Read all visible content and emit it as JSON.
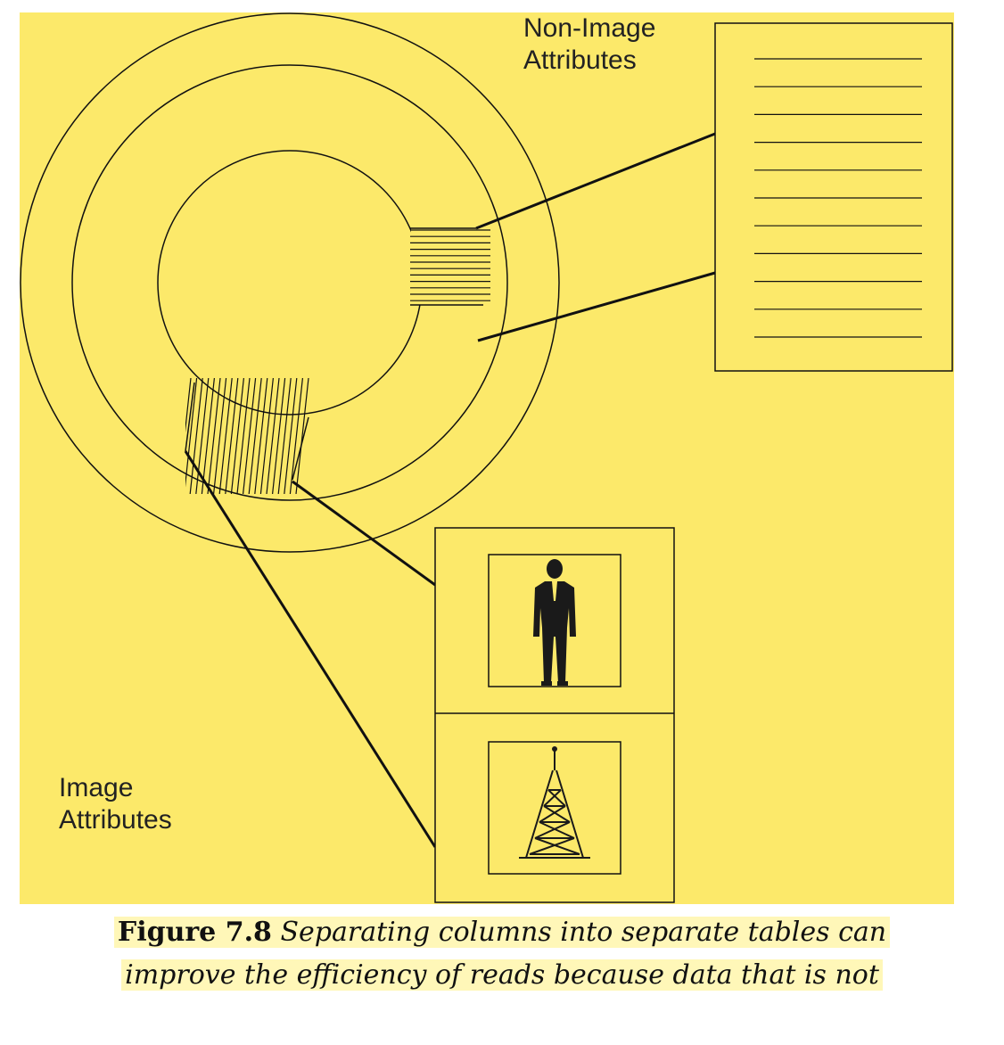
{
  "labels": {
    "non_image_line1": "Non-Image",
    "non_image_line2": "Attributes",
    "image_line1": "Image",
    "image_line2": "Attributes"
  },
  "caption": {
    "figure_number": "Figure 7.8",
    "line1_text": "Separating columns into separate tables can",
    "line2_text": "improve the efficiency of reads because data that is not"
  },
  "icons": {
    "top_image": "person-in-suit-icon",
    "bottom_image": "radio-tower-icon"
  },
  "colors": {
    "background": "#fce96a",
    "caption_highlight": "#fff7b8",
    "ink": "#111111"
  }
}
